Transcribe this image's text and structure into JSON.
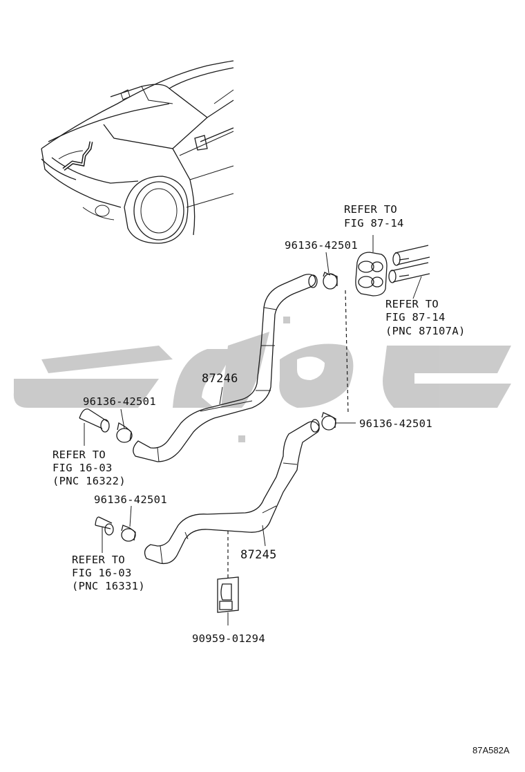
{
  "labels": {
    "grommet_ref_1": "REFER TO",
    "grommet_ref_2": "FIG 87-14",
    "clamp_top": "96136-42501",
    "pipes_ref_1": "REFER TO",
    "pipes_ref_2": "FIG 87-14",
    "pipes_ref_3": "(PNC 87107A)",
    "hose_upper": "87246",
    "clamp_upper_left": "96136-42501",
    "clamp_right": "96136-42501",
    "engine_ref_a1": "REFER TO",
    "engine_ref_a2": "FIG 16-03",
    "engine_ref_a3": "(PNC 16322)",
    "clamp_lower_left": "96136-42501",
    "engine_ref_b1": "REFER TO",
    "engine_ref_b2": "FIG 16-03",
    "engine_ref_b3": "(PNC 16331)",
    "hose_lower": "87245",
    "clip_part": "90959-01294",
    "figure_id": "87A582A"
  },
  "colors": {
    "line": "#1a1a1a",
    "watermark": "#c8c8c8",
    "background": "#ffffff"
  },
  "watermark": {
    "glyphs": "arabic-logo-watermark"
  }
}
